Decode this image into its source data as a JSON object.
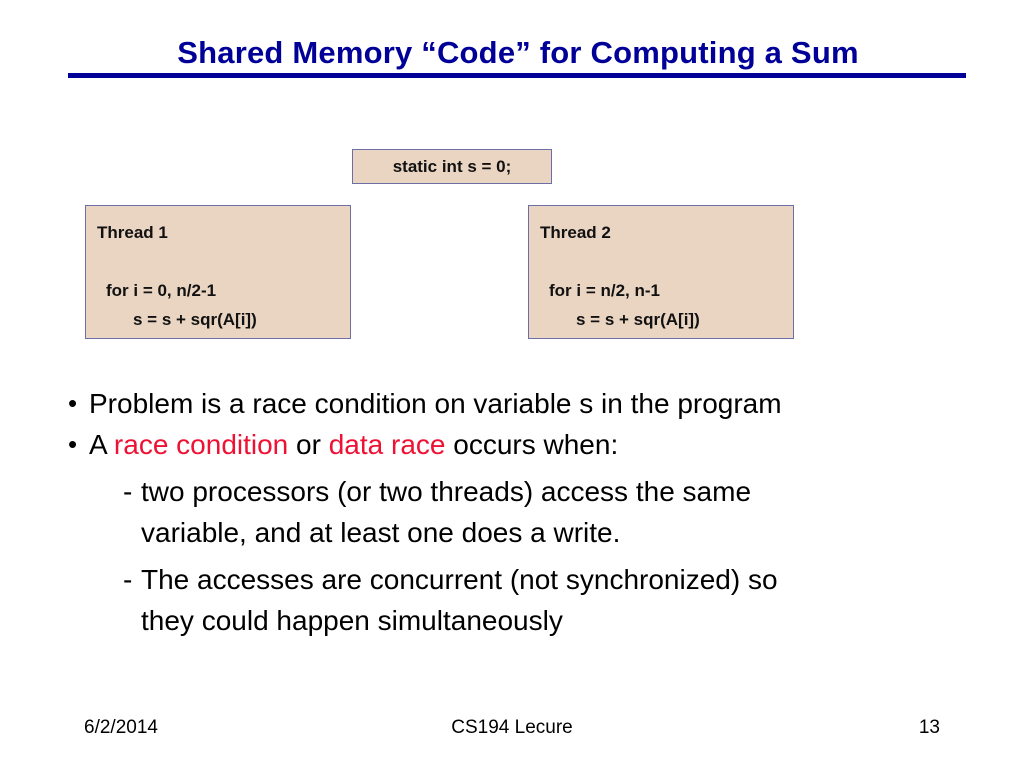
{
  "slide": {
    "title": "  Shared Memory “Code” for Computing a Sum",
    "title_color": "#000099",
    "background": "#ffffff"
  },
  "boxes": {
    "fill_color": "#ead5c3",
    "border_color": "#6f6fa8",
    "static_declaration": {
      "text": "static int s = 0;"
    },
    "thread1": {
      "title": "Thread 1",
      "line1": "for i = 0, n/2-1",
      "line2": "s = s + sqr(A[i])"
    },
    "thread2": {
      "title": "Thread 2",
      "line1": "for i = n/2, n-1",
      "line2": "s = s + sqr(A[i])"
    }
  },
  "body": {
    "bullet_mark": "•",
    "sub_mark": "-",
    "highlight_color": "#ee1133",
    "bullet1": {
      "text": "Problem is a race condition on variable s in the program"
    },
    "bullet2": {
      "part1": "A ",
      "highlight1": "race condition",
      "part2": " or ",
      "highlight2": "data race",
      "part3": " occurs when:"
    },
    "sub1": {
      "line1": "two processors (or two threads) access the same",
      "line2": "variable, and at least one does a write."
    },
    "sub2": {
      "line1": "The accesses are concurrent (not synchronized) so",
      "line2": "they could happen simultaneously"
    }
  },
  "footer": {
    "date": "6/2/2014",
    "center": "CS194 Lecure",
    "page_number": "13"
  }
}
